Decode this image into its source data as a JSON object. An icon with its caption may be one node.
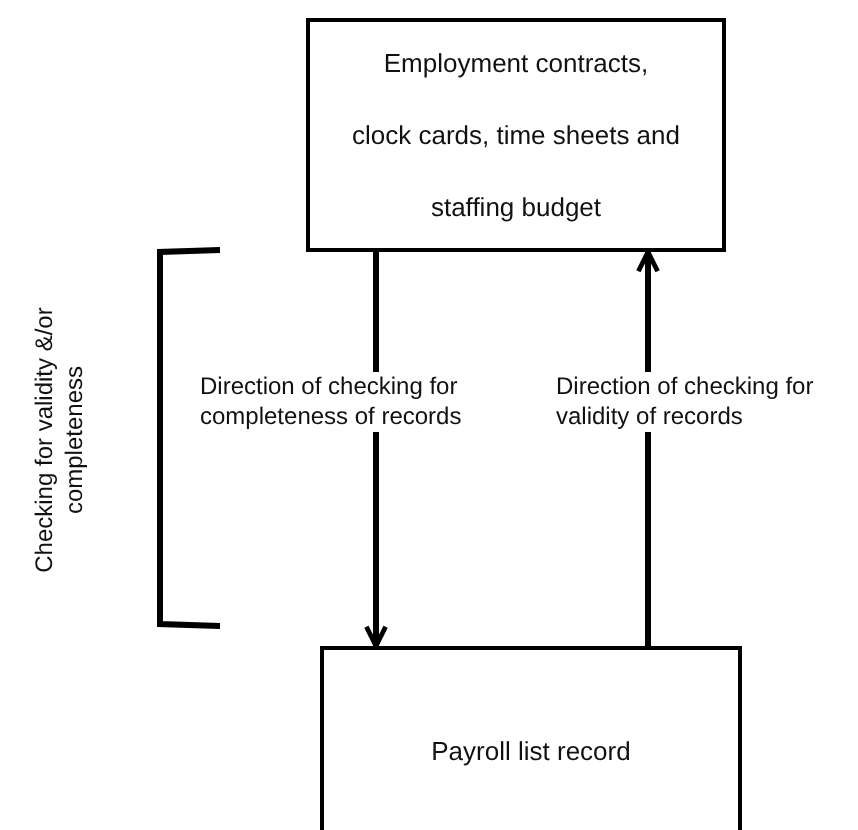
{
  "diagram": {
    "nodes": [
      {
        "text": [
          "Employment contracts, clock cards, time sheets and staffing budget"
        ]
      },
      {
        "text": [
          "Payroll list record"
        ]
      }
    ],
    "edges": [
      {
        "from": 0,
        "to": 1,
        "arrow": "to",
        "label": "Direction of checking for completeness of records"
      },
      {
        "from": 1,
        "to": 0,
        "arrow": "to",
        "label": "Direction of checking for validity of records"
      }
    ],
    "labels": [
      "Checking for validity &/or completeness"
    ]
  }
}
